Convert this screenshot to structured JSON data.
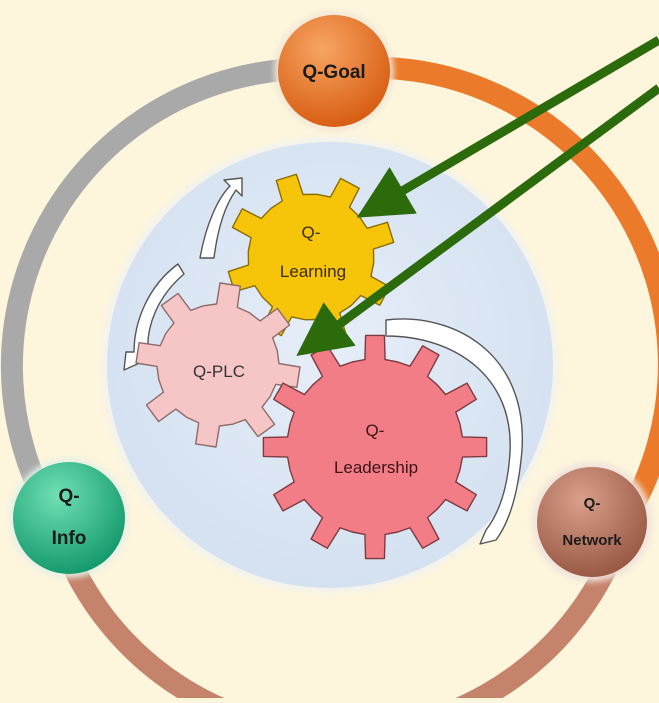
{
  "nodes": {
    "goal": "Q-Goal",
    "info_line1": "Q-",
    "info_line2": "Info",
    "network_line1": "Q-",
    "network_line2": "Network"
  },
  "gears": {
    "learning_line1": "Q-",
    "learning_line2": "Learning",
    "plc": "Q-PLC",
    "leadership_line1": "Q-",
    "leadership_line2": "Leadership"
  },
  "colors": {
    "background": "#fdf5dc",
    "ring_gray": "#a9a9a9",
    "ring_orange": "#ec7a2b",
    "ring_copper": "#c5836b",
    "inner_circle": "#dbe6f3",
    "goal_node": "#e8701f",
    "info_node": "#2fb888",
    "network_node": "#b06e58",
    "gear_learning": "#f6c409",
    "gear_plc": "#f6c6c6",
    "gear_leadership": "#f27d86",
    "pointer_arrows": "#2c6b0c"
  },
  "icons": [
    "curved-arrow-icon",
    "pointer-arrow-icon",
    "gear-icon"
  ]
}
